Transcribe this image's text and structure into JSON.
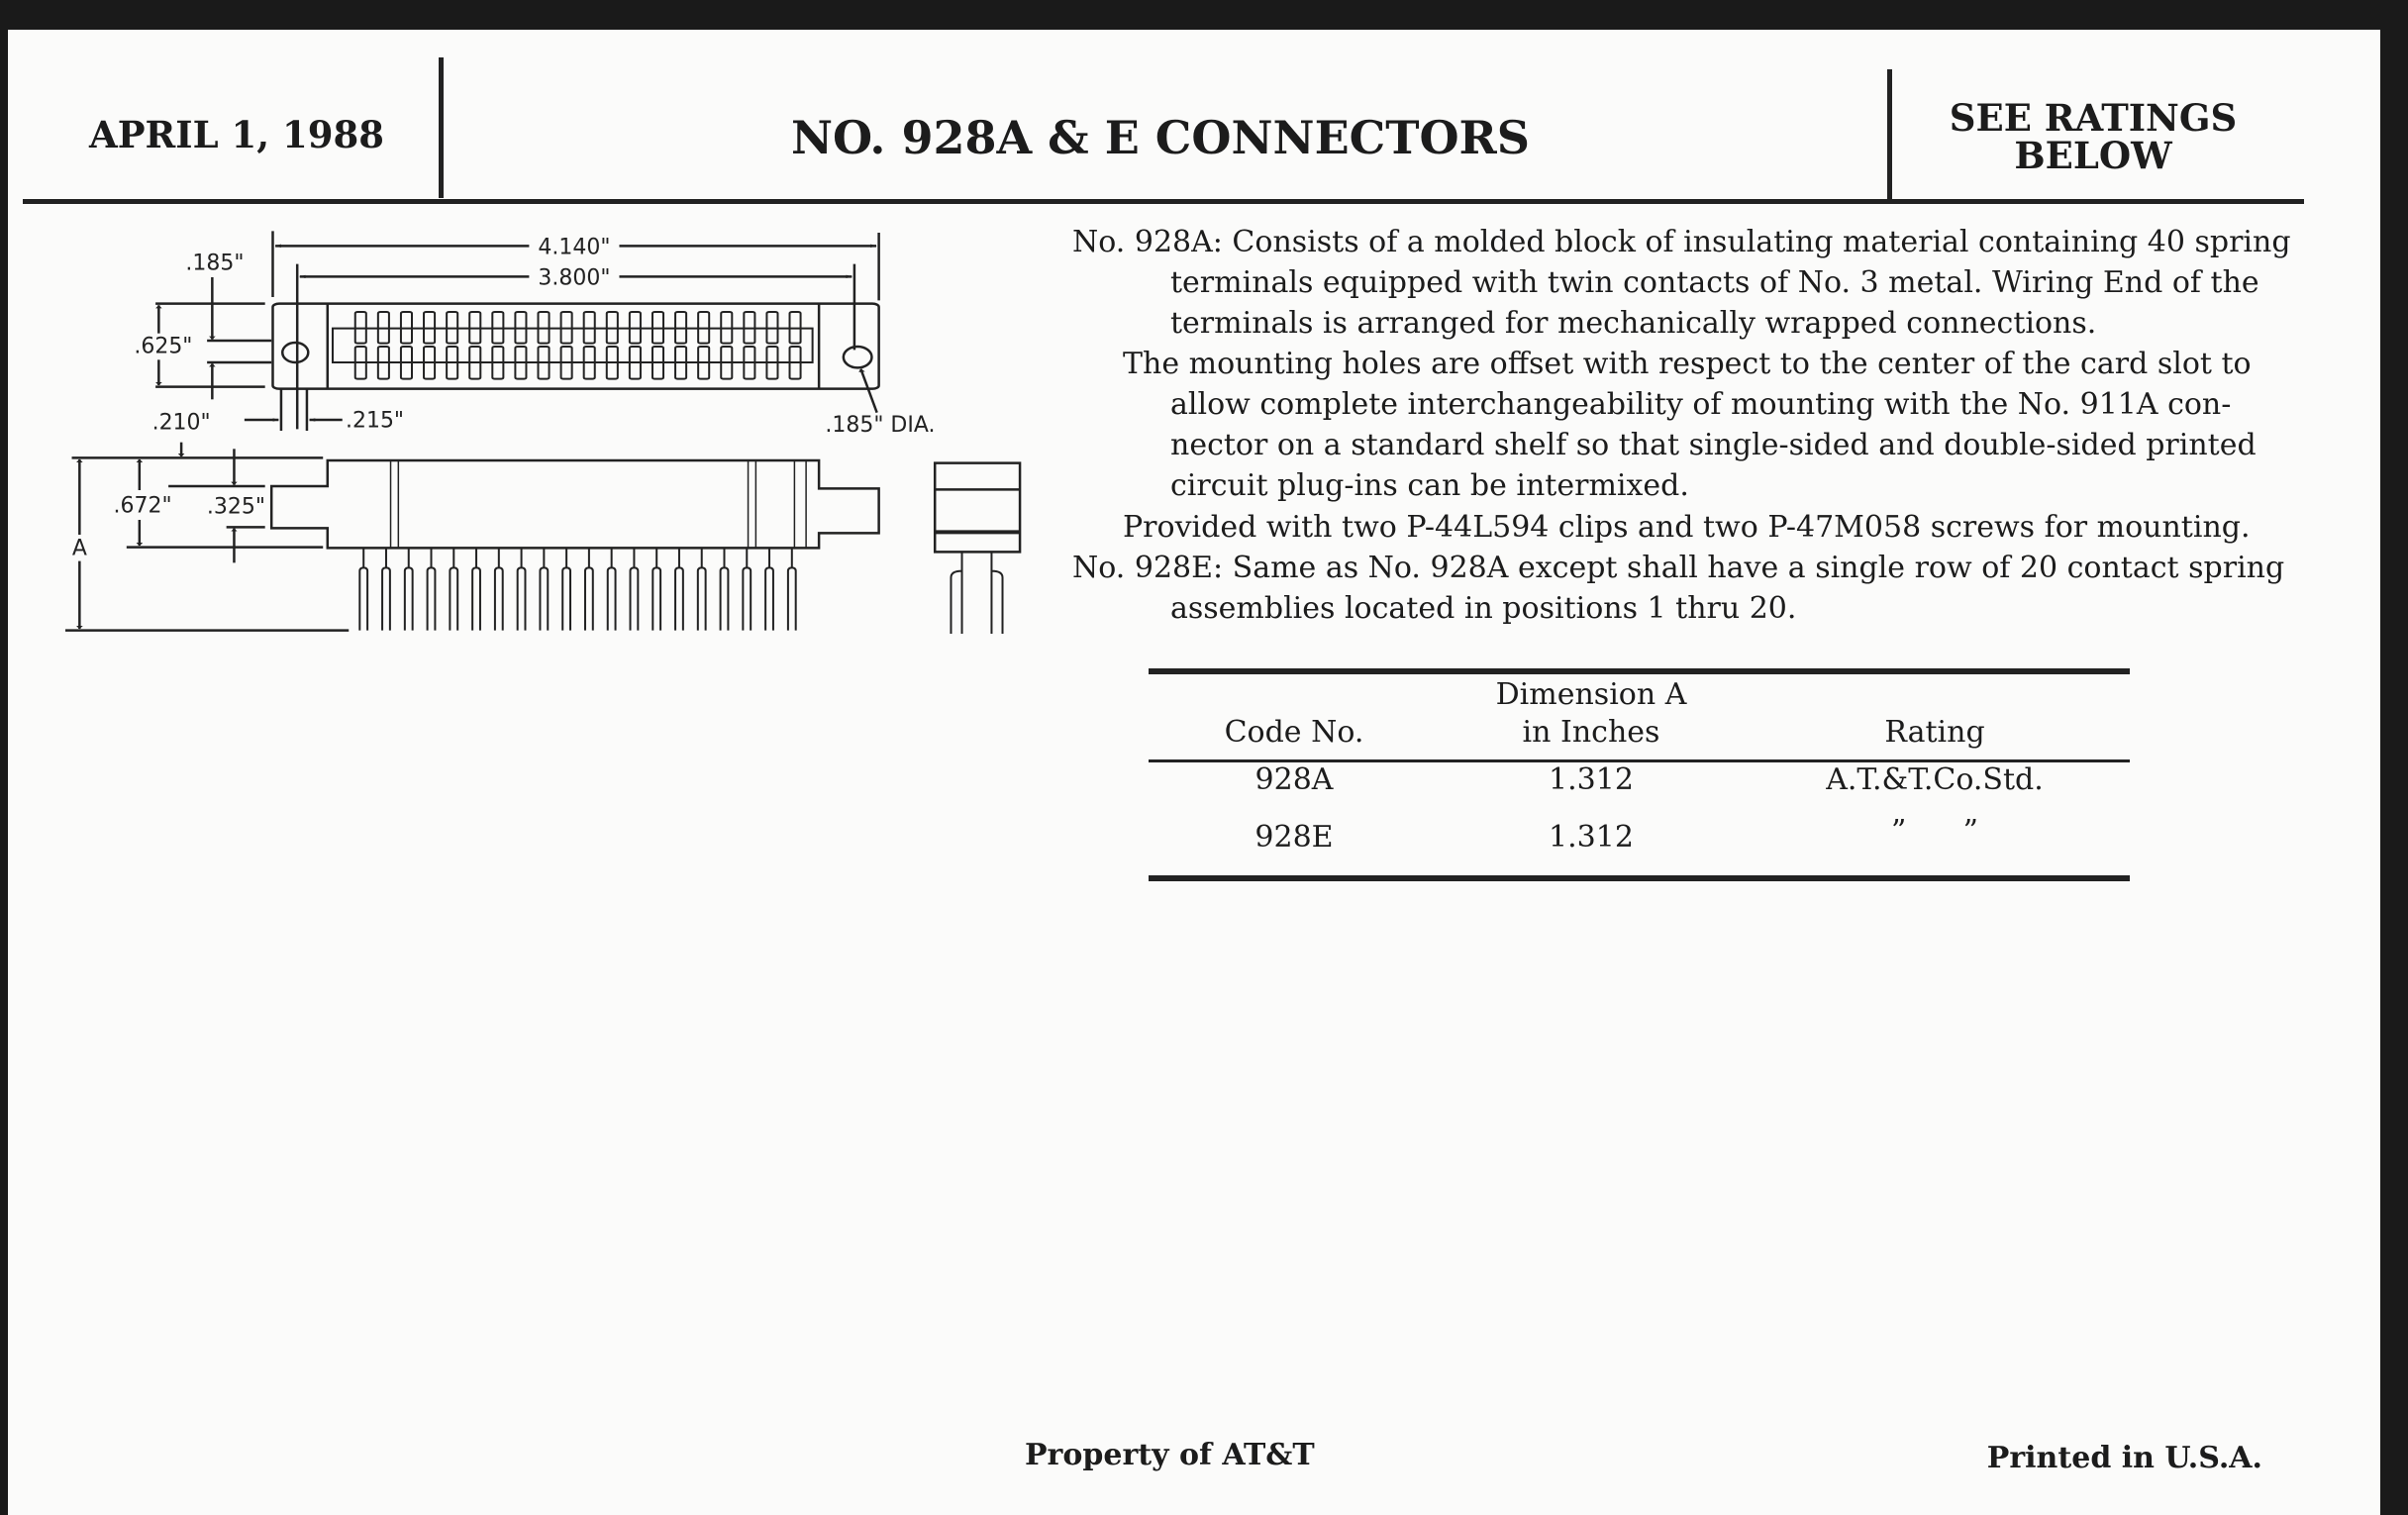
{
  "header": {
    "date": "APRIL 1, 1988",
    "title": "NO. 928A & E CONNECTORS",
    "rating_note_line1": "SEE RATINGS",
    "rating_note_line2": "BELOW"
  },
  "drawing": {
    "dim_overall_length": "4.140\"",
    "dim_hole_spacing": "3.800\"",
    "dim_hole_offset": ".185\"",
    "dim_width": ".625\"",
    "dim_edge_hole": ".210\"",
    "dim_hole_edge": ".215\"",
    "dim_hole_dia": ".185\" DIA.",
    "dim_height": ".672\"",
    "dim_tab": ".325\"",
    "dim_a": "A"
  },
  "description": {
    "lines": [
      "No. 928A: Consists of a molded block of insulating material containing 40 spring",
      "terminals equipped with twin contacts of No. 3 metal. Wiring End of the",
      "terminals is arranged for mechanically wrapped connections.",
      "The mounting holes are offset with respect to the center of the card slot to",
      "allow complete interchangeability of mounting with the No. 911A con-",
      "nector on a standard shelf so that single-sided and double-sided printed",
      "circuit plug-ins can be intermixed.",
      "Provided with two P-44L594 clips and two P-47M058 screws for mounting.",
      "No. 928E: Same as No. 928A except shall have a single row of 20 contact spring",
      "assemblies located in positions 1 thru 20."
    ]
  },
  "table": {
    "headers": {
      "code": "Code No.",
      "dimension_line1": "Dimension A",
      "dimension_line2": "in Inches",
      "rating": "Rating"
    },
    "rows": [
      {
        "code": "928A",
        "dimension": "1.312",
        "rating": "A.T.&T.Co.Std."
      },
      {
        "code": "928E",
        "dimension": "1.312",
        "rating": "”      ”"
      }
    ]
  },
  "footer": {
    "property": "Property of AT&T",
    "printed": "Printed in U.S.A."
  }
}
